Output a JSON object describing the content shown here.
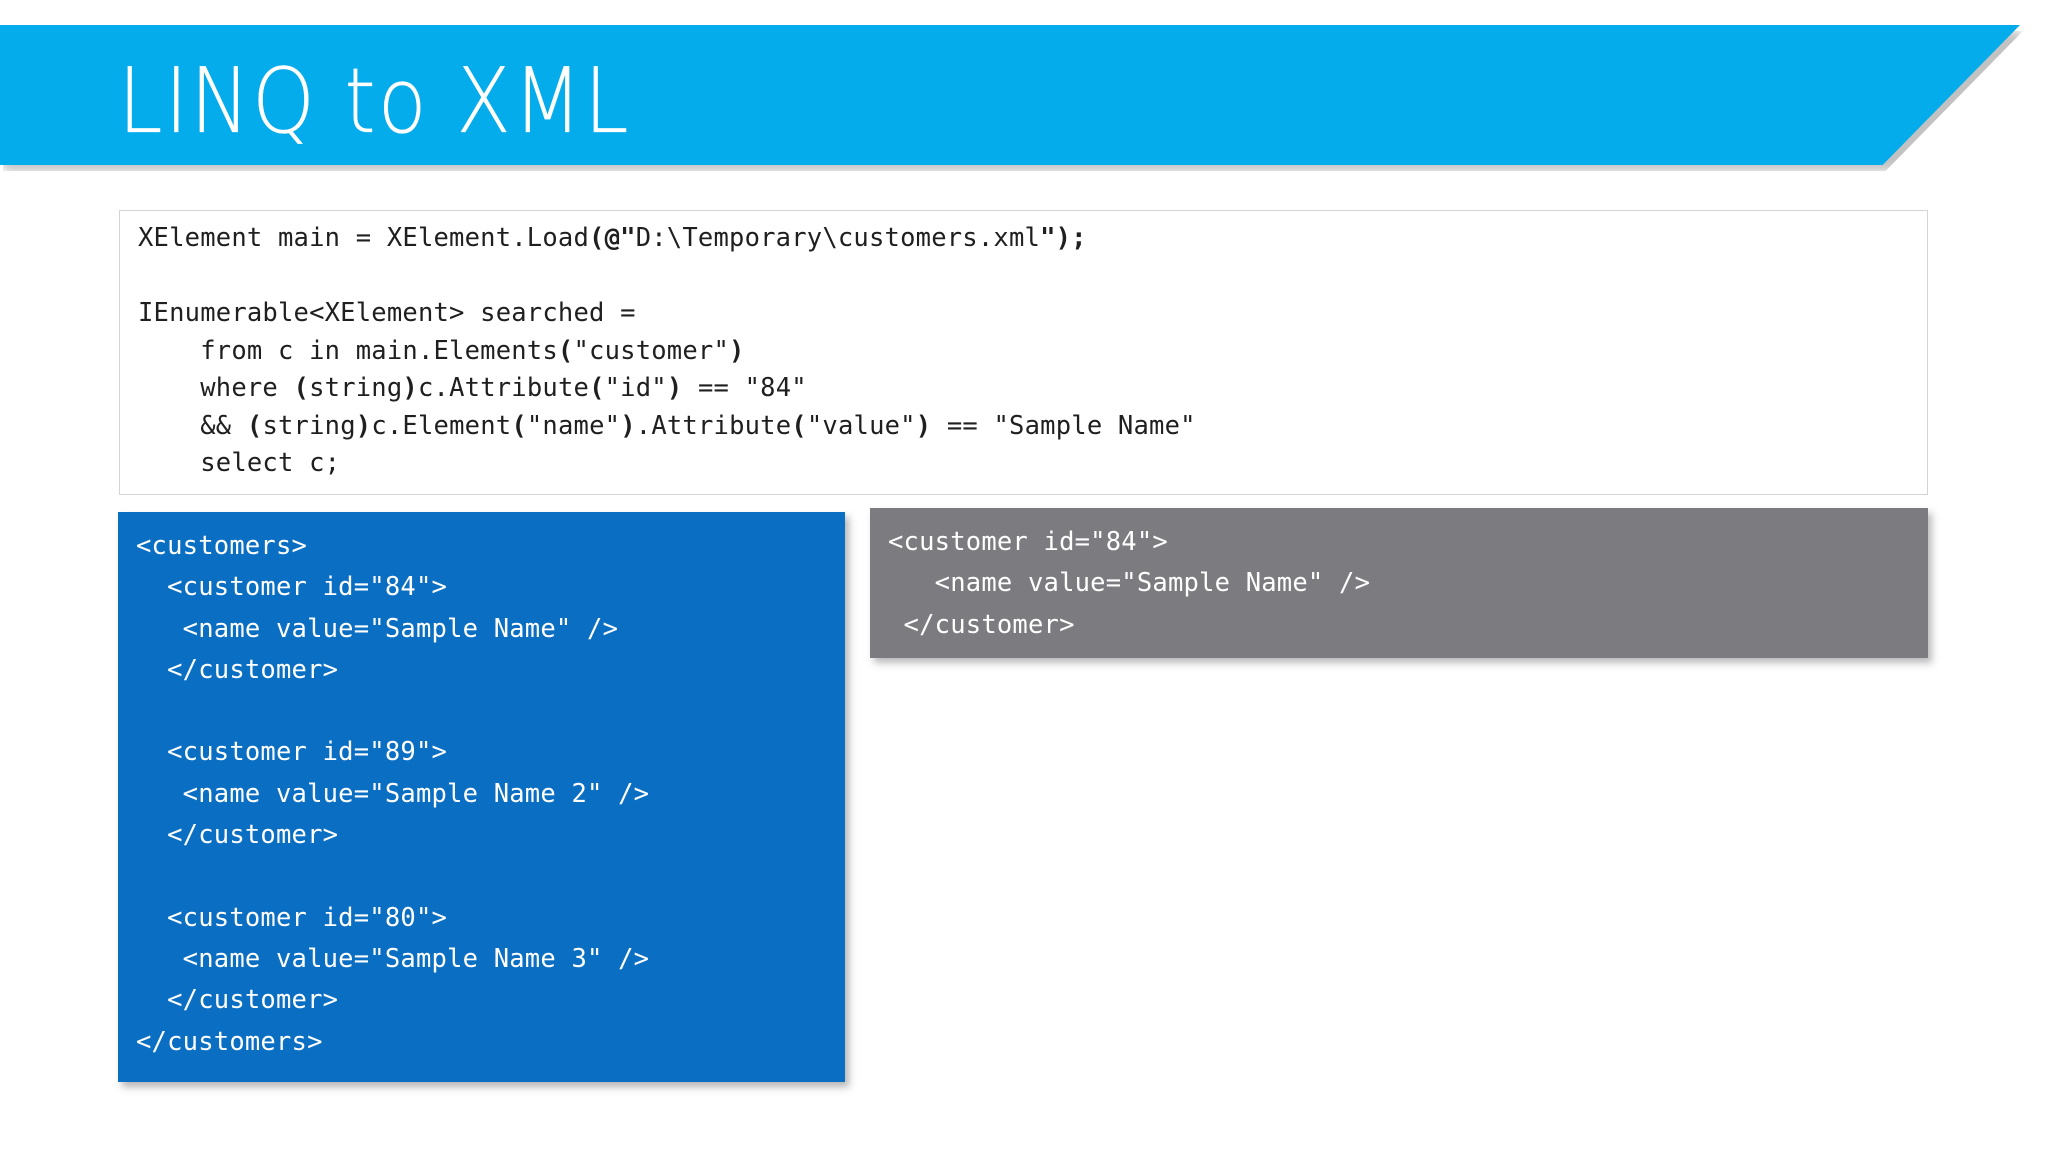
{
  "slide": {
    "title": "LINQ to XML",
    "background_color": "#FFFFFF"
  },
  "banner": {
    "color": "#04ACEC",
    "title": "LINQ to XML"
  },
  "code_block": {
    "language": "csharp",
    "border_color": "#D4D4D4",
    "background_color": "#FFFFFF",
    "text_color": "#1F1F1F",
    "lines": [
      [
        {
          "t": "XElement main = XElement.Load",
          "b": false
        },
        {
          "t": "(@\"",
          "b": true
        },
        {
          "t": "D:\\Temporary\\customers.xml",
          "b": false
        },
        {
          "t": "\");",
          "b": true
        }
      ],
      [
        {
          "t": "",
          "b": false
        }
      ],
      [
        {
          "t": "IEnumerable<XElement> searched =",
          "b": false
        }
      ],
      [
        {
          "t": "    from c in main.Elements",
          "b": false
        },
        {
          "t": "(",
          "b": true
        },
        {
          "t": "\"customer\"",
          "b": false
        },
        {
          "t": ")",
          "b": true
        }
      ],
      [
        {
          "t": "    where ",
          "b": false
        },
        {
          "t": "(",
          "b": true
        },
        {
          "t": "string",
          "b": false
        },
        {
          "t": ")",
          "b": true
        },
        {
          "t": "c.Attribute",
          "b": false
        },
        {
          "t": "(",
          "b": true
        },
        {
          "t": "\"id\"",
          "b": false
        },
        {
          "t": ")",
          "b": true
        },
        {
          "t": " == \"84\"",
          "b": false
        }
      ],
      [
        {
          "t": "    && ",
          "b": false
        },
        {
          "t": "(",
          "b": true
        },
        {
          "t": "string",
          "b": false
        },
        {
          "t": ")",
          "b": true
        },
        {
          "t": "c.Element",
          "b": false
        },
        {
          "t": "(",
          "b": true
        },
        {
          "t": "\"name\"",
          "b": false
        },
        {
          "t": ")",
          "b": true
        },
        {
          "t": ".Attribute",
          "b": false
        },
        {
          "t": "(",
          "b": true
        },
        {
          "t": "\"value\"",
          "b": false
        },
        {
          "t": ")",
          "b": true
        },
        {
          "t": " == \"Sample Name\"",
          "b": false
        }
      ],
      [
        {
          "t": "    select c;",
          "b": false
        }
      ]
    ]
  },
  "xml_source_panel": {
    "background_color": "#0A6EC2",
    "text_color": "#FFFFFF",
    "lines": [
      "<customers>",
      "  <customer id=\"84\">",
      "   <name value=\"Sample Name\" />",
      "  </customer>",
      "",
      "  <customer id=\"89\">",
      "   <name value=\"Sample Name 2\" />",
      "  </customer>",
      "",
      "  <customer id=\"80\">",
      "   <name value=\"Sample Name 3\" />",
      "  </customer>",
      "</customers>"
    ]
  },
  "xml_result_panel": {
    "background_color": "#7C7C80",
    "text_color": "#FFFFFF",
    "lines": [
      "<customer id=\"84\">",
      "   <name value=\"Sample Name\" />",
      " </customer>"
    ]
  }
}
